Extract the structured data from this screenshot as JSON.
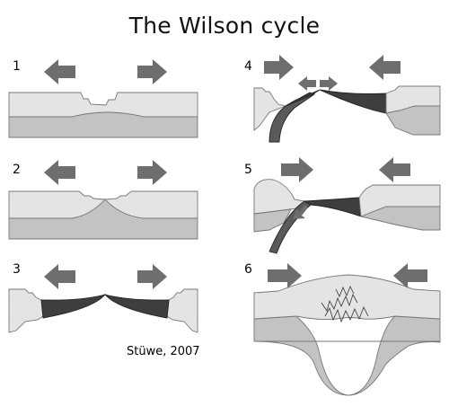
{
  "title": "The Wilson cycle",
  "credit": "Stüwe, 2007",
  "stages": [
    {
      "label": "1",
      "motion": "divergent"
    },
    {
      "label": "2",
      "motion": "divergent"
    },
    {
      "label": "3",
      "motion": "divergent"
    },
    {
      "label": "4",
      "motion": "convergent"
    },
    {
      "label": "5",
      "motion": "convergent"
    },
    {
      "label": "6",
      "motion": "convergent"
    }
  ],
  "colors": {
    "arrow": "#6e6e6e",
    "crust": "#e4e4e4",
    "mantle_lithosphere": "#c3c3c3",
    "oceanic_lithosphere": "#3e3e3e"
  }
}
